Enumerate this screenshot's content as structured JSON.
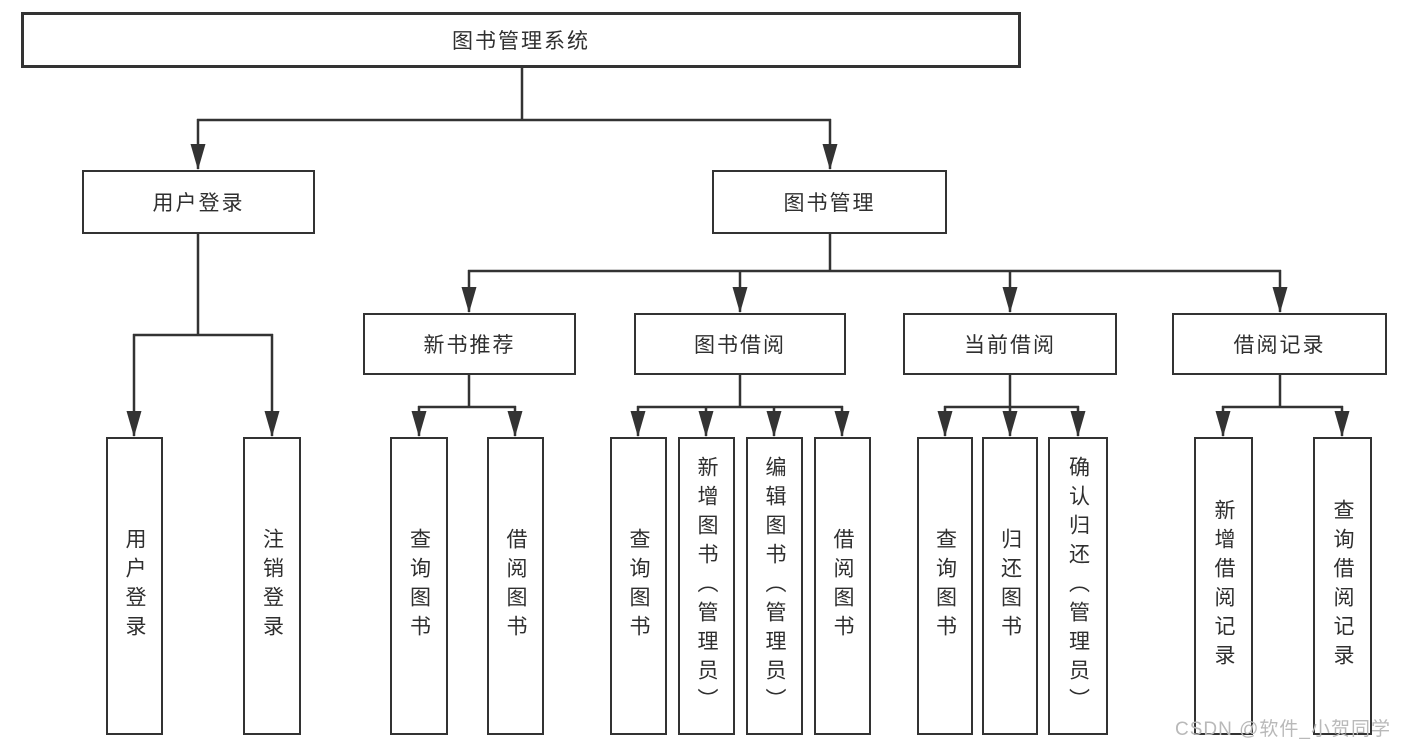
{
  "colors": {
    "line": "#333333",
    "text": "#2f2f2f",
    "box_background": "#ffffff",
    "page_background": "#ffffff",
    "watermark_text": "#b9b9b9"
  },
  "watermark": {
    "text": "CSDN @软件_小贺同学"
  },
  "diagram_type": "hierarchy-tree",
  "tree": {
    "label": "图书管理系统",
    "children": [
      {
        "label": "用户登录",
        "children": [
          {
            "label": "用户登录"
          },
          {
            "label": "注销登录"
          }
        ]
      },
      {
        "label": "图书管理",
        "children": [
          {
            "label": "新书推荐",
            "children": [
              {
                "label": "查询图书"
              },
              {
                "label": "借阅图书"
              }
            ]
          },
          {
            "label": "图书借阅",
            "children": [
              {
                "label": "查询图书"
              },
              {
                "label": "新增图书（管理员）"
              },
              {
                "label": "编辑图书（管理员）"
              },
              {
                "label": "借阅图书"
              }
            ]
          },
          {
            "label": "当前借阅",
            "children": [
              {
                "label": "查询图书"
              },
              {
                "label": "归还图书"
              },
              {
                "label": "确认归还（管理员）"
              }
            ]
          },
          {
            "label": "借阅记录",
            "children": [
              {
                "label": "新增借阅记录"
              },
              {
                "label": "查询借阅记录"
              }
            ]
          }
        ]
      }
    ]
  }
}
